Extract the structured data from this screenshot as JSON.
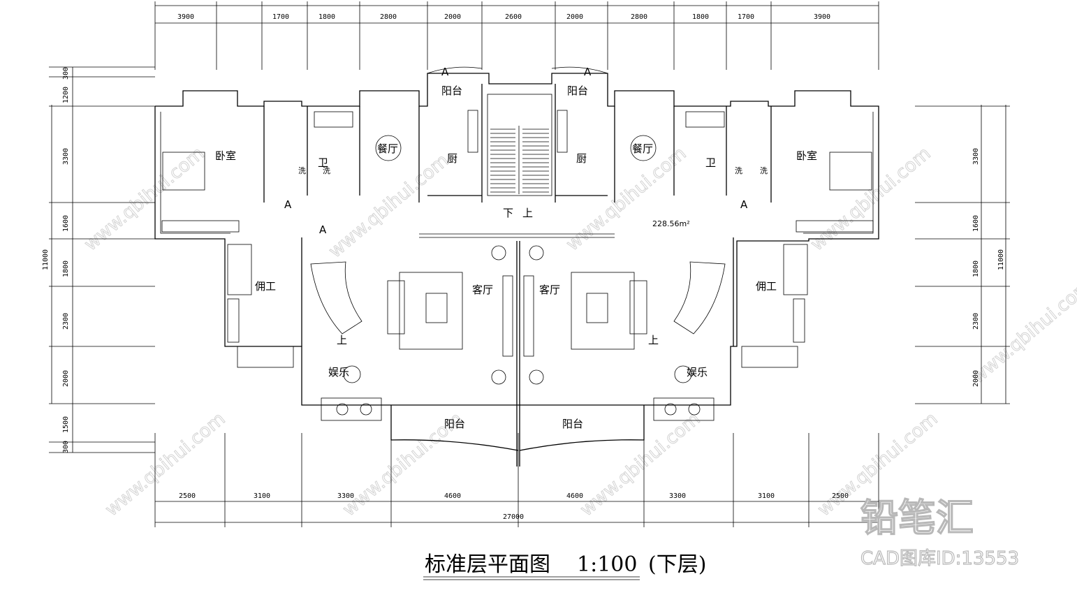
{
  "drawing": {
    "title": "标准层平面图",
    "scale": "1:100",
    "level": "(下层)",
    "area": "228.56m²"
  },
  "dimensions": {
    "top": [
      "3900",
      "1700",
      "1800",
      "2800",
      "2000",
      "2600",
      "2000",
      "2800",
      "1800",
      "1700",
      "3900"
    ],
    "bottom": [
      "2500",
      "3100",
      "3300",
      "4600",
      "4600",
      "3300",
      "3100",
      "2500"
    ],
    "bottom_total": "27000",
    "left": [
      "300",
      "1200",
      "3300",
      "1600",
      "1800",
      "2300",
      "2000",
      "1500",
      "300"
    ],
    "left_total": "11000",
    "right": [
      "3300",
      "1600",
      "1800",
      "2300",
      "2000"
    ],
    "right_total": "11000"
  },
  "rooms": {
    "balcony": "阳台",
    "kitchen": "厨",
    "dining": "餐厅",
    "bath": "卫",
    "bedroom": "卧室",
    "servant": "佣工",
    "living": "客厅",
    "recreation": "娱乐",
    "wash": "洗",
    "up": "上",
    "down": "下",
    "section_mark": "A"
  },
  "watermark": {
    "brand": "铅笔汇",
    "id": "CAD图库ID:13553",
    "url": "www.qbihui.com"
  }
}
